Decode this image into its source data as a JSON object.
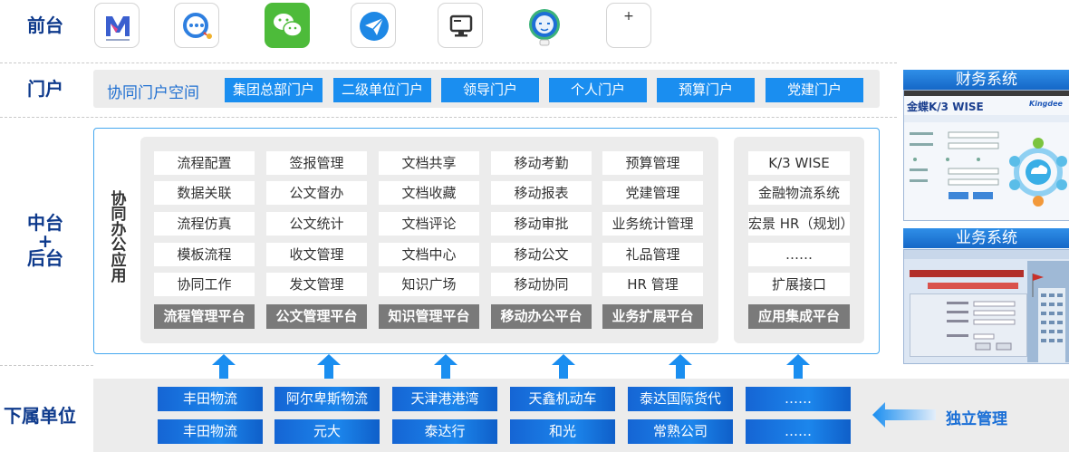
{
  "rows": {
    "front": "前台",
    "portal": "门户",
    "middle_back": [
      "中台",
      "+",
      "后台"
    ],
    "subsidiaries": "下属单位"
  },
  "front_icons": [
    {
      "name": "m-logo-app-icon",
      "glyph": "M"
    },
    {
      "name": "chat-bubble-app-icon",
      "glyph": ""
    },
    {
      "name": "wechat-icon",
      "glyph": ""
    },
    {
      "name": "paper-plane-app-icon",
      "glyph": ""
    },
    {
      "name": "monitor-app-icon",
      "glyph": ""
    },
    {
      "name": "robot-app-icon",
      "glyph": ""
    },
    {
      "name": "add-icon",
      "glyph": "+"
    }
  ],
  "portal": {
    "title": "协同门户空间",
    "buttons": [
      "集团总部门户",
      "二级单位门户",
      "领导门户",
      "个人门户",
      "预算门户",
      "党建门户"
    ]
  },
  "platform": {
    "title": "协同办公应用",
    "columns": [
      {
        "items": [
          "流程配置",
          "数据关联",
          "流程仿真",
          "模板流程",
          "协同工作"
        ],
        "platform": "流程管理平台"
      },
      {
        "items": [
          "签报管理",
          "公文督办",
          "公文统计",
          "收文管理",
          "发文管理"
        ],
        "platform": "公文管理平台"
      },
      {
        "items": [
          "文档共享",
          "文档收藏",
          "文档评论",
          "文档中心",
          "知识广场"
        ],
        "platform": "知识管理平台"
      },
      {
        "items": [
          "移动考勤",
          "移动报表",
          "移动审批",
          "移动公文",
          "移动协同"
        ],
        "platform": "移动办公平台"
      },
      {
        "items": [
          "预算管理",
          "党建管理",
          "业务统计管理",
          "礼品管理",
          "HR 管理"
        ],
        "platform": "业务扩展平台"
      },
      {
        "items": [
          "K/3 WISE",
          "金融物流系统",
          "宏景 HR（规划）",
          "……",
          "扩展接口"
        ],
        "platform": "应用集成平台"
      }
    ]
  },
  "subsidiaries": {
    "row1": [
      "丰田物流",
      "阿尔卑斯物流",
      "天津港港湾",
      "天鑫机动车",
      "泰达国际货代",
      "……"
    ],
    "row2": [
      "丰田物流",
      "元大",
      "泰达行",
      "和光",
      "常熟公司",
      "……"
    ],
    "independent": "独立管理"
  },
  "systems": {
    "finance": {
      "title": "财务系统",
      "brand": "金蝶K/3 WISE",
      "vendor": "Kingdee"
    },
    "business": {
      "title": "业务系统"
    }
  },
  "colors": {
    "accent": "#1a8ef0",
    "dark_blue": "#0e3a8c",
    "platform_gray": "#7a7a7a",
    "panel_gray": "#ececec"
  }
}
